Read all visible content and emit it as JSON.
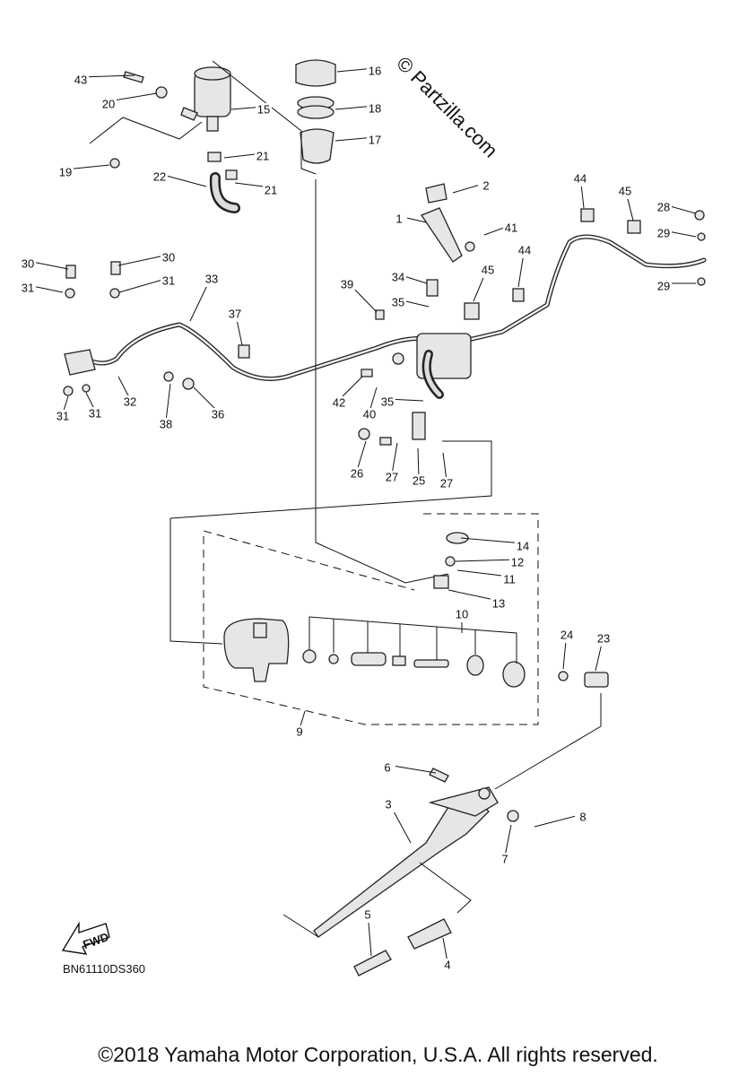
{
  "watermark": "© Partzilla.com",
  "diagram_code": "BN61110DS360",
  "fwd_label": "FWD",
  "copyright": "©2018 Yamaha Motor Corporation, U.S.A. All rights reserved.",
  "callouts": [
    "43",
    "20",
    "15",
    "16",
    "18",
    "17",
    "19",
    "21",
    "22",
    "21",
    "2",
    "1",
    "41",
    "44",
    "45",
    "28",
    "29",
    "44",
    "29",
    "30",
    "30",
    "31",
    "31",
    "33",
    "39",
    "34",
    "35",
    "45",
    "37",
    "32",
    "31",
    "31",
    "38",
    "36",
    "42",
    "40",
    "35",
    "26",
    "27",
    "25",
    "27",
    "14",
    "12",
    "11",
    "13",
    "10",
    "24",
    "23",
    "9",
    "6",
    "3",
    "8",
    "7",
    "5",
    "4"
  ]
}
